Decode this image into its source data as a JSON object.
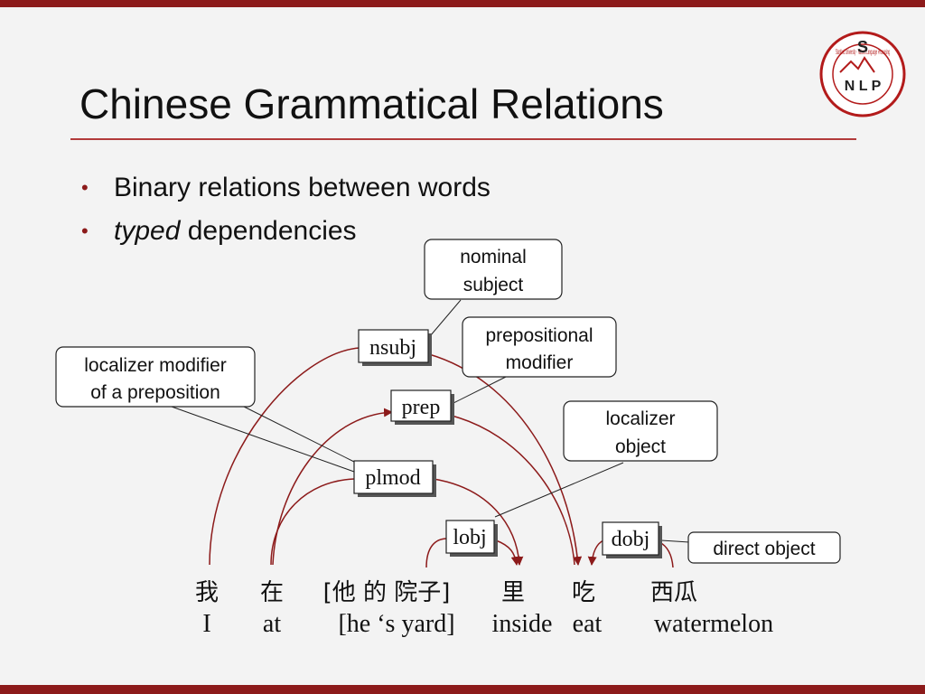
{
  "slide": {
    "title": "Chinese Grammatical Relations",
    "bullets": [
      {
        "text": "Binary relations between words"
      },
      {
        "emphasis": "typed",
        "text": " dependencies"
      }
    ]
  },
  "relations": [
    {
      "label": "nsubj",
      "note_lines": [
        "nominal",
        "subject"
      ]
    },
    {
      "label": "prep",
      "note_lines": [
        "prepositional",
        "modifier"
      ]
    },
    {
      "label": "plmod",
      "note_lines": [
        "localizer modifier",
        "of a preposition"
      ]
    },
    {
      "label": "lobj",
      "note_lines": [
        "localizer",
        "object"
      ]
    },
    {
      "label": "dobj",
      "note_lines": [
        "direct object"
      ]
    }
  ],
  "words": [
    {
      "zh": "我",
      "en": "I"
    },
    {
      "zh": "在",
      "en": "at"
    },
    {
      "zh": "[他 的 院子]",
      "en": "[he ‘s yard]"
    },
    {
      "zh": "里",
      "en": "inside"
    },
    {
      "zh": "吃",
      "en": "eat"
    },
    {
      "zh": "西瓜",
      "en": "watermelon"
    }
  ],
  "logo": {
    "lines": [
      "S",
      "N L P"
    ],
    "ring_text": "Stanford University · Natural Language Processing"
  },
  "colors": {
    "accent": "#8c1a1a",
    "arc": "#8c1a1a",
    "background": "#f3f3f3"
  }
}
